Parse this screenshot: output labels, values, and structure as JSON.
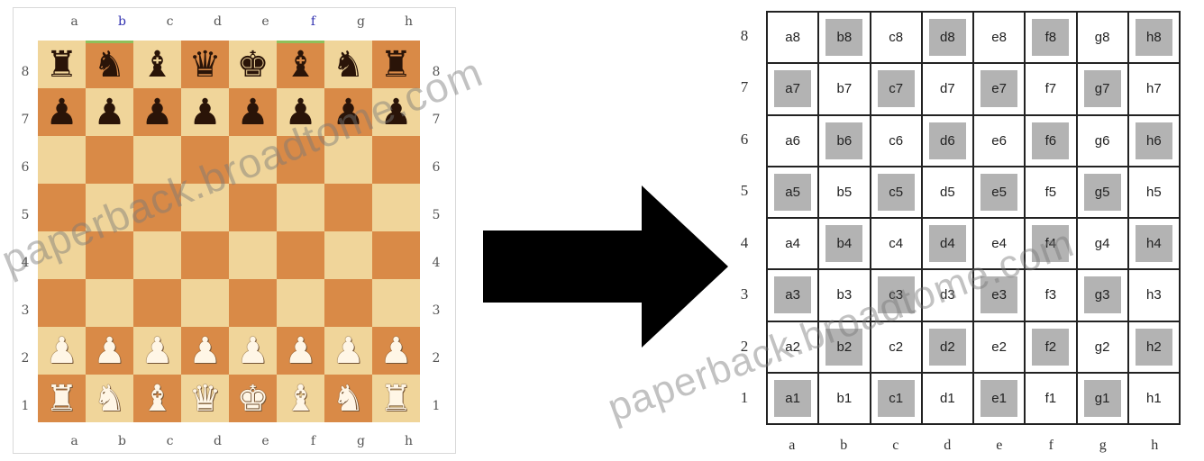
{
  "files": [
    "a",
    "b",
    "c",
    "d",
    "e",
    "f",
    "g",
    "h"
  ],
  "ranks_desc": [
    "8",
    "7",
    "6",
    "5",
    "4",
    "3",
    "2",
    "1"
  ],
  "board_colors": {
    "light": "#f0d59a",
    "dark": "#d98a47",
    "grid_dark": "#b3b3b3"
  },
  "position": [
    [
      "r",
      "n",
      "b",
      "q",
      "k",
      "b",
      "n",
      "r"
    ],
    [
      "p",
      "p",
      "p",
      "p",
      "p",
      "p",
      "p",
      "p"
    ],
    [
      "",
      "",
      "",
      "",
      "",
      "",
      "",
      ""
    ],
    [
      "",
      "",
      "",
      "",
      "",
      "",
      "",
      ""
    ],
    [
      "",
      "",
      "",
      "",
      "",
      "",
      "",
      ""
    ],
    [
      "",
      "",
      "",
      "",
      "",
      "",
      "",
      ""
    ],
    [
      "P",
      "P",
      "P",
      "P",
      "P",
      "P",
      "P",
      "P"
    ],
    [
      "R",
      "N",
      "B",
      "Q",
      "K",
      "B",
      "N",
      "R"
    ]
  ],
  "grid_labels": [
    [
      "a8",
      "b8",
      "c8",
      "d8",
      "e8",
      "f8",
      "g8",
      "h8"
    ],
    [
      "a7",
      "b7",
      "c7",
      "d7",
      "e7",
      "f7",
      "g7",
      "h7"
    ],
    [
      "a6",
      "b6",
      "c6",
      "d6",
      "e6",
      "f6",
      "g6",
      "h6"
    ],
    [
      "a5",
      "b5",
      "c5",
      "d5",
      "e5",
      "f5",
      "g5",
      "h5"
    ],
    [
      "a4",
      "b4",
      "c4",
      "d4",
      "e4",
      "f4",
      "g4",
      "h4"
    ],
    [
      "a3",
      "b3",
      "c3",
      "d3",
      "e3",
      "f3",
      "g3",
      "h3"
    ],
    [
      "a2",
      "b2",
      "c2",
      "d2",
      "e2",
      "f2",
      "g2",
      "h2"
    ],
    [
      "a1",
      "b1",
      "c1",
      "d1",
      "e1",
      "f1",
      "g1",
      "h1"
    ]
  ],
  "watermark": {
    "left_text": "paperback.broadtome.com",
    "right_text": "paperback.broadtome.com"
  }
}
